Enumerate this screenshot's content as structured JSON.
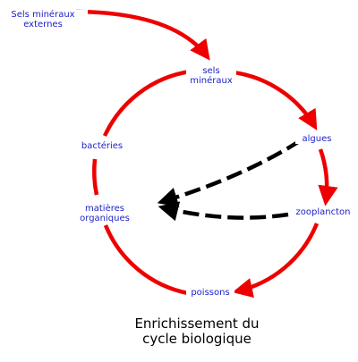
{
  "diagram": {
    "title_lines": [
      "Enrichissement du",
      "cycle biologique"
    ],
    "colors": {
      "node_text": "#1e22c8",
      "cycle_arrow": "#ee0000",
      "flow_arrow": "#000000",
      "caption": "#000000"
    },
    "nodes": {
      "external": [
        "Sels minéraux",
        "externes"
      ],
      "sels": [
        "sels",
        "minéraux"
      ],
      "algues": [
        "algues"
      ],
      "zooplancton": [
        "zooplancton"
      ],
      "poissons": [
        "poissons"
      ],
      "matieres": [
        "matières",
        "organiques"
      ],
      "bacteries": [
        "bactéries"
      ]
    },
    "cycle_order": [
      "sels",
      "algues",
      "zooplancton",
      "poissons",
      "matieres",
      "bacteries",
      "sels"
    ],
    "input_flow": [
      "external",
      "sels"
    ],
    "dashed_flows": [
      [
        "algues",
        "matieres"
      ],
      [
        "zooplancton",
        "matieres"
      ]
    ]
  }
}
